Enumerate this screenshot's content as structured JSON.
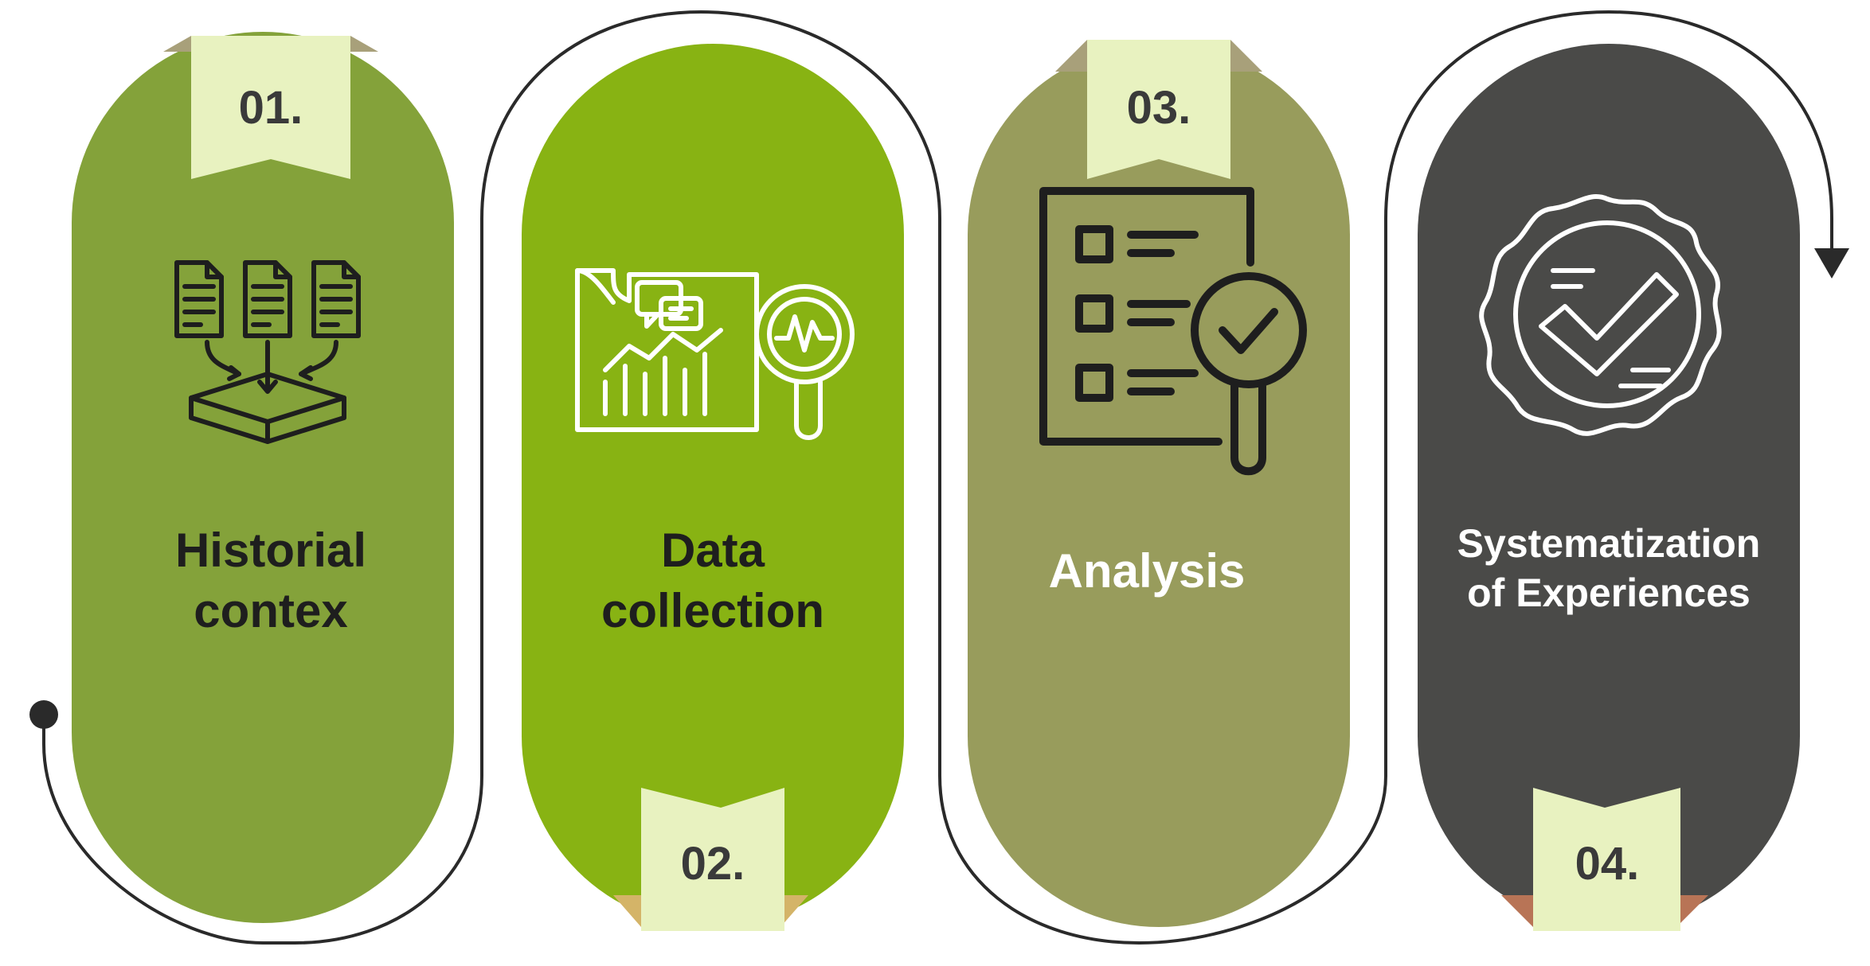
{
  "colors": {
    "stage1": "#84a23a",
    "stage2": "#88b313",
    "stage3": "#989c5c",
    "stage4": "#4a4a48",
    "badge": "#e8f2c0",
    "badge_fold_1": "#a8a07a",
    "badge_fold_2": "#d4b468",
    "badge_fold_3": "#a8a07a",
    "badge_fold_4": "#b87456",
    "text_dark": "#1e1e1e",
    "text_light": "#ffffff",
    "path": "#2a2a2a"
  },
  "stages": [
    {
      "number": "01.",
      "title_line1": "Historial",
      "title_line2": "contex",
      "icon": "documents-merge-icon"
    },
    {
      "number": "02.",
      "title_line1": "Data",
      "title_line2": "collection",
      "icon": "data-analytics-magnifier-icon"
    },
    {
      "number": "03.",
      "title_line1": "Analysis",
      "title_line2": "",
      "icon": "checklist-magnifier-icon"
    },
    {
      "number": "04.",
      "title_line1": "Systematization",
      "title_line2": "of Experiences",
      "icon": "quality-badge-check-icon"
    }
  ]
}
